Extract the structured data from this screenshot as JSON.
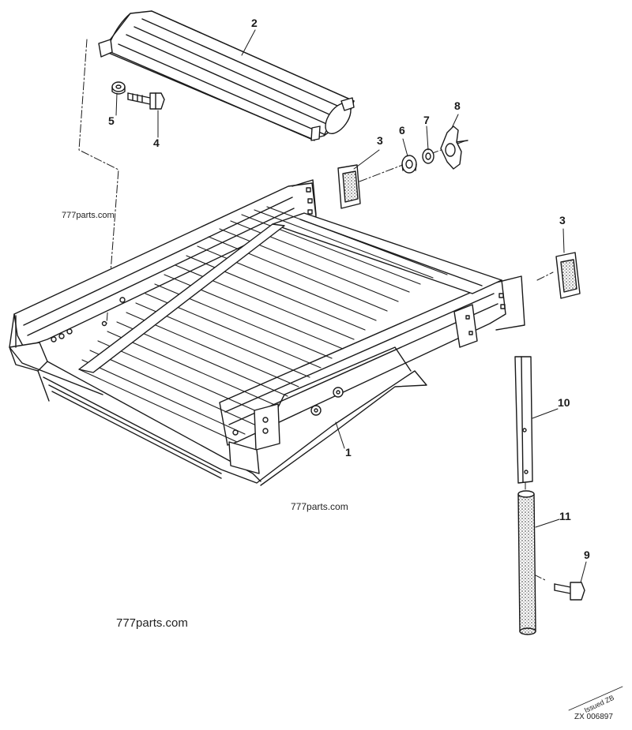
{
  "callouts": {
    "c1": "1",
    "c2": "2",
    "c3a": "3",
    "c3b": "3",
    "c4": "4",
    "c5": "5",
    "c6": "6",
    "c7": "7",
    "c8": "8",
    "c9": "9",
    "c10": "10",
    "c11": "11"
  },
  "watermarks": {
    "w1": "777parts.com",
    "w2": "777parts.com",
    "w3": "777parts.com"
  },
  "drawing_code": "ZX 006897",
  "drawing_code_overprint": "Issued ZB",
  "colors": {
    "ink": "#1a1a1a",
    "paper": "#ffffff"
  }
}
